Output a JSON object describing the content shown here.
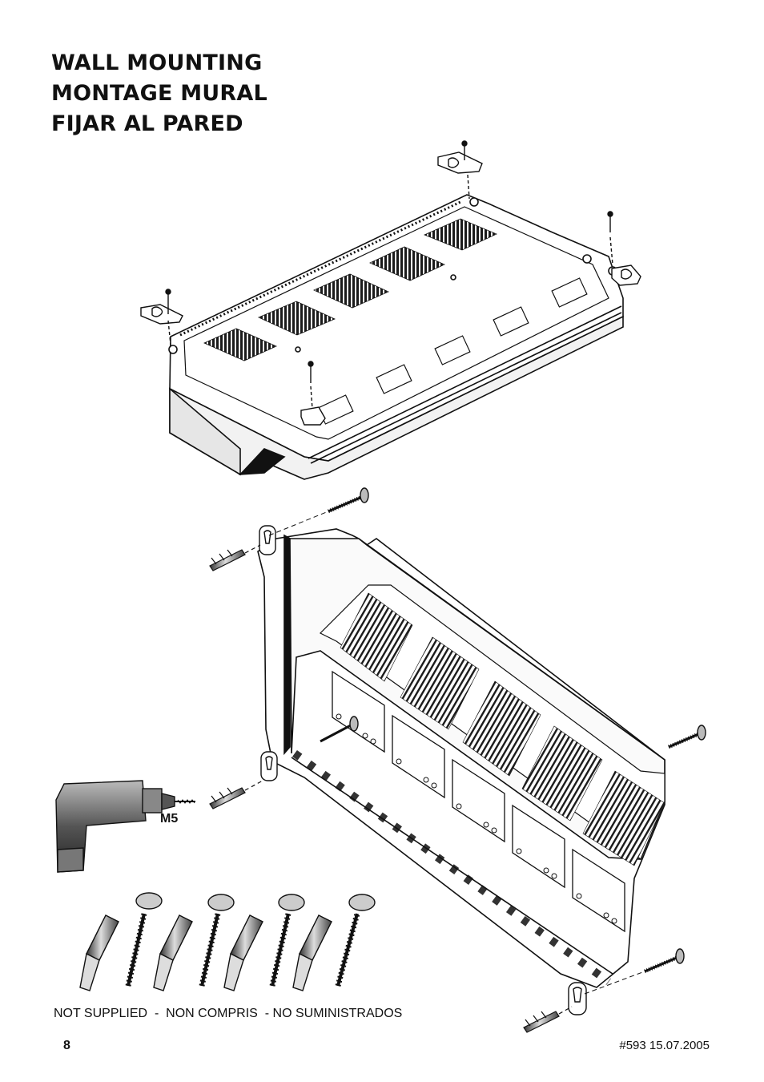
{
  "heading": {
    "en": "WALL MOUNTING",
    "fr": "MONTAGE MURAL",
    "es": "FIJAR AL PARED"
  },
  "drill_size": "M5",
  "note": "NOT SUPPLIED  -  NON COMPRIS  - NO SUMINISTRADOS",
  "page_number": "8",
  "doc_reference": "#593 15.07.2005"
}
